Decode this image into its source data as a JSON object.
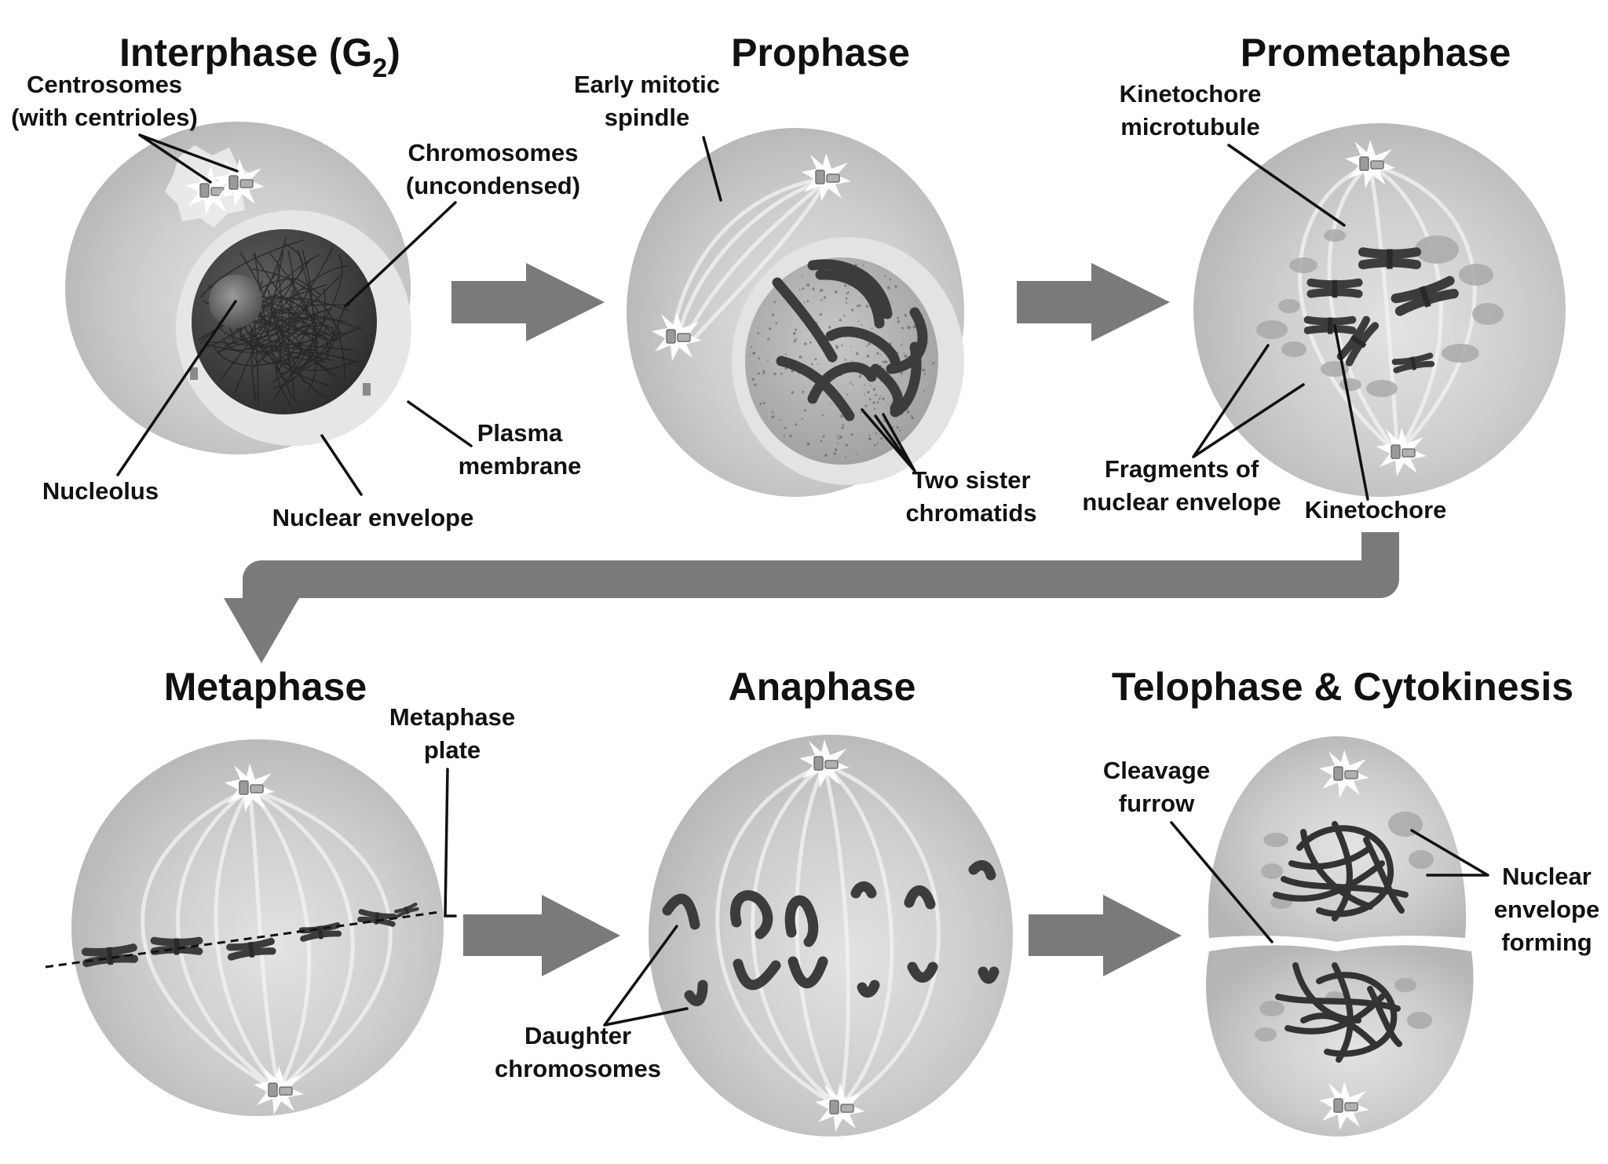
{
  "stages": {
    "interphase": {
      "title": "Interphase (G",
      "title_sub": "2",
      "title_close": ")"
    },
    "prophase": {
      "title": "Prophase"
    },
    "prometaphase": {
      "title": "Prometaphase"
    },
    "metaphase": {
      "title": "Metaphase"
    },
    "anaphase": {
      "title": "Anaphase"
    },
    "telophase": {
      "title": "Telophase & Cytokinesis"
    }
  },
  "labels": {
    "centrosomes_1": "Centrosomes",
    "centrosomes_2": "(with centrioles)",
    "chromosomes_1": "Chromosomes",
    "chromosomes_2": "(uncondensed)",
    "nucleolus": "Nucleolus",
    "nuclear_envelope": "Nuclear envelope",
    "plasma_membrane_1": "Plasma",
    "plasma_membrane_2": "membrane",
    "early_spindle_1": "Early mitotic",
    "early_spindle_2": "spindle",
    "sister_chromatids_1": "Two sister",
    "sister_chromatids_2": "chromatids",
    "kinetochore_mt_1": "Kinetochore",
    "kinetochore_mt_2": "microtubule",
    "fragments_1": "Fragments of",
    "fragments_2": "nuclear envelope",
    "kinetochore": "Kinetochore",
    "metaphase_plate_1": "Metaphase",
    "metaphase_plate_2": "plate",
    "daughter_1": "Daughter",
    "daughter_2": "chromosomes",
    "cleavage_1": "Cleavage",
    "cleavage_2": "furrow",
    "ne_forming_1": "Nuclear",
    "ne_forming_2": "envelope",
    "ne_forming_3": "forming"
  },
  "colors": {
    "arrow": "#7a7a7a",
    "cell_fill": "#c4c4c4",
    "nucleus_dark": "#3a3a3a",
    "chromosome": "#4a4a4a"
  }
}
